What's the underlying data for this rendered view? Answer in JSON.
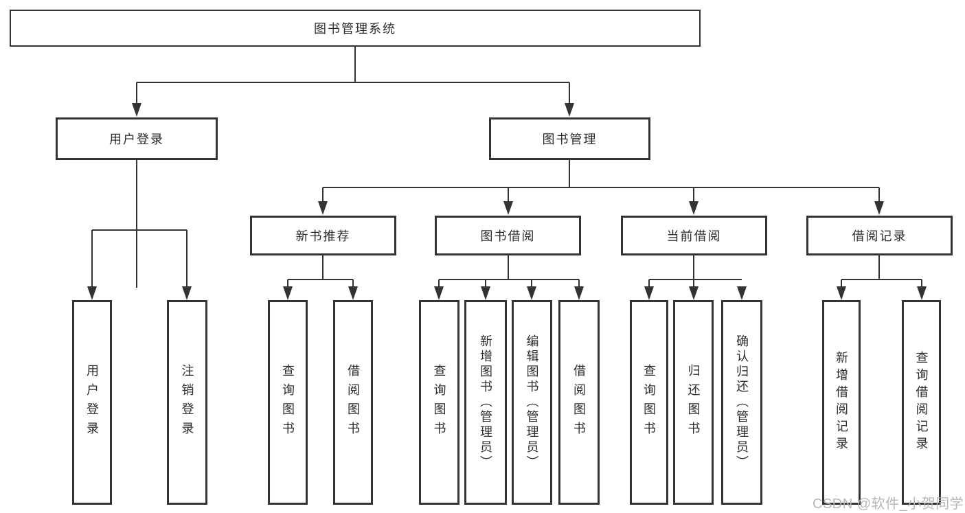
{
  "diagram": {
    "root": {
      "label": "图书管理系统"
    },
    "level2": {
      "user_login": {
        "label": "用户登录"
      },
      "book_management": {
        "label": "图书管理"
      }
    },
    "level3": {
      "new_book_recommend": {
        "label": "新书推荐"
      },
      "book_borrow": {
        "label": "图书借阅"
      },
      "current_borrow": {
        "label": "当前借阅"
      },
      "borrow_record": {
        "label": "借阅记录"
      }
    },
    "leaves": [
      {
        "label": "用户登录"
      },
      {
        "label": "注销登录"
      },
      {
        "label": "查询图书"
      },
      {
        "label": "借阅图书"
      },
      {
        "label": "查询图书"
      },
      {
        "label": "新增图书（管理员）"
      },
      {
        "label": "编辑图书（管理员）"
      },
      {
        "label": "借阅图书"
      },
      {
        "label": "查询图书"
      },
      {
        "label": "归还图书"
      },
      {
        "label": "确认归还（管理员）"
      },
      {
        "label": "新增借阅记录"
      },
      {
        "label": "查询借阅记录"
      }
    ]
  },
  "watermark": {
    "text": "CSDN @软件_小贺同学"
  },
  "colors": {
    "line": "#333333",
    "text": "#2d2d2d",
    "box_background": "#ffffff",
    "watermark": "#b9b6b6",
    "page_background": "#ffffff"
  }
}
